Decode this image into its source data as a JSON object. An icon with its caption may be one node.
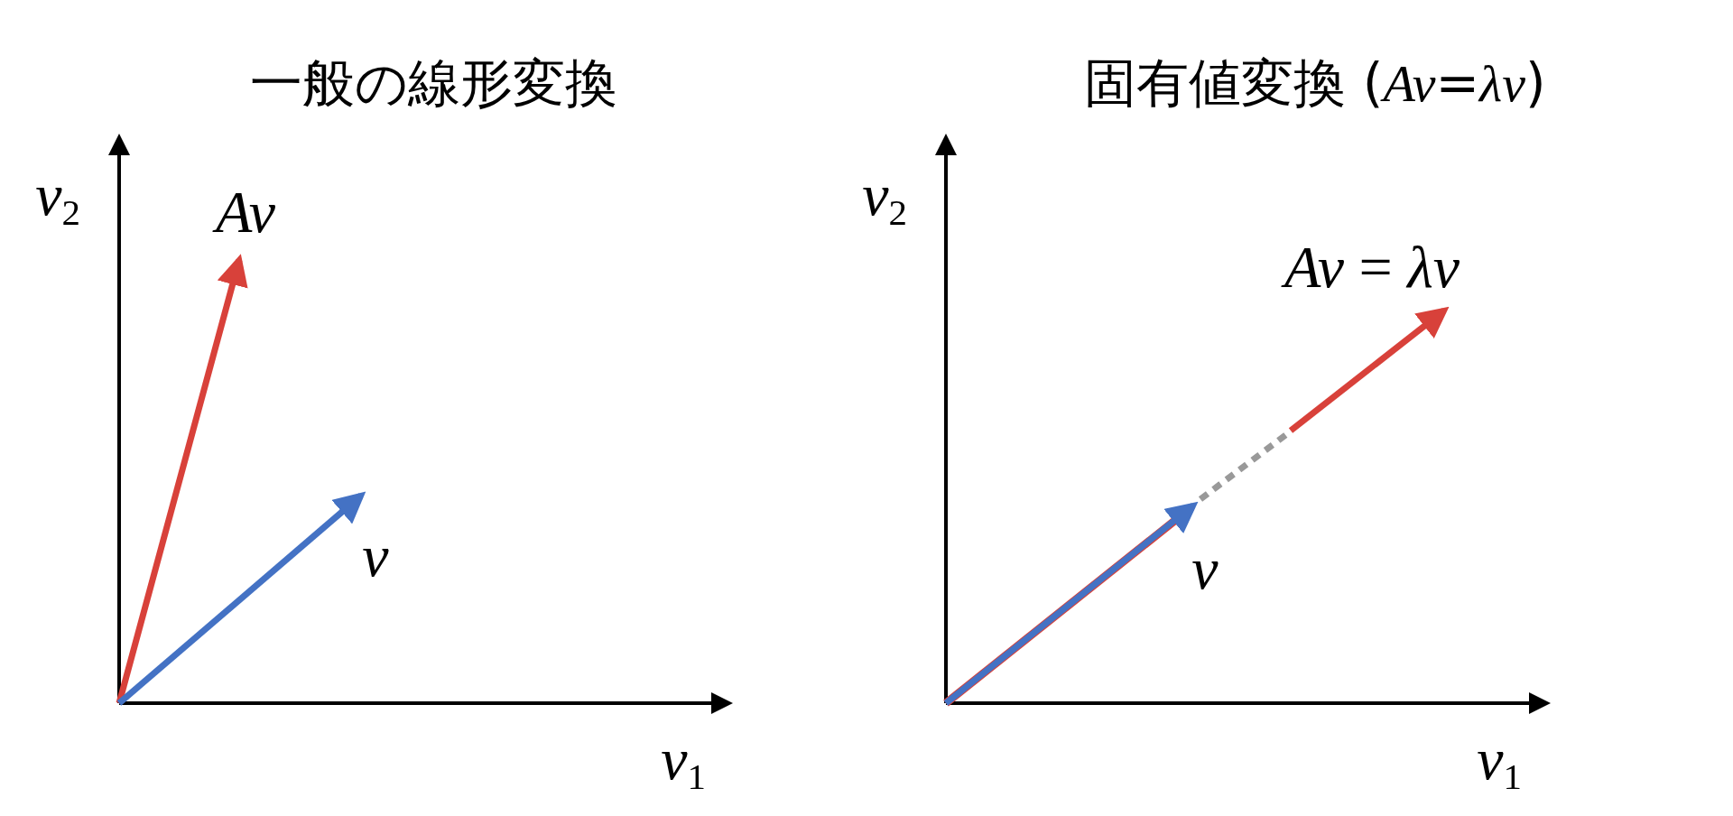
{
  "diagram": {
    "labels": [
      "一般の線形変換",
      "固有値変換 (*Av*=*λv*)",
      "*v*$_{2}$",
      "*Av*",
      "*v*",
      "*v*$_{1}$",
      "*v*$_{2}$",
      "*Av* = *λv*",
      "*v*",
      "*v*$_{1}$"
    ]
  }
}
